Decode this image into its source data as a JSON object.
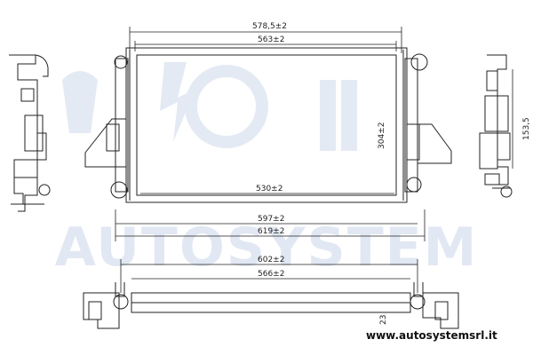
{
  "watermark": {
    "text": "AUTOSYSTEM"
  },
  "website": "www.autosystemsrl.it",
  "dimensions": {
    "top_overall": "578,5±2",
    "top_core": "563±2",
    "core_height": "304±2",
    "core_width": "530±2",
    "bottom_1": "597±2",
    "bottom_2": "619±2",
    "lower_1": "602±2",
    "lower_2": "566±2",
    "side_height": "153,5",
    "tube_depth": "23"
  }
}
